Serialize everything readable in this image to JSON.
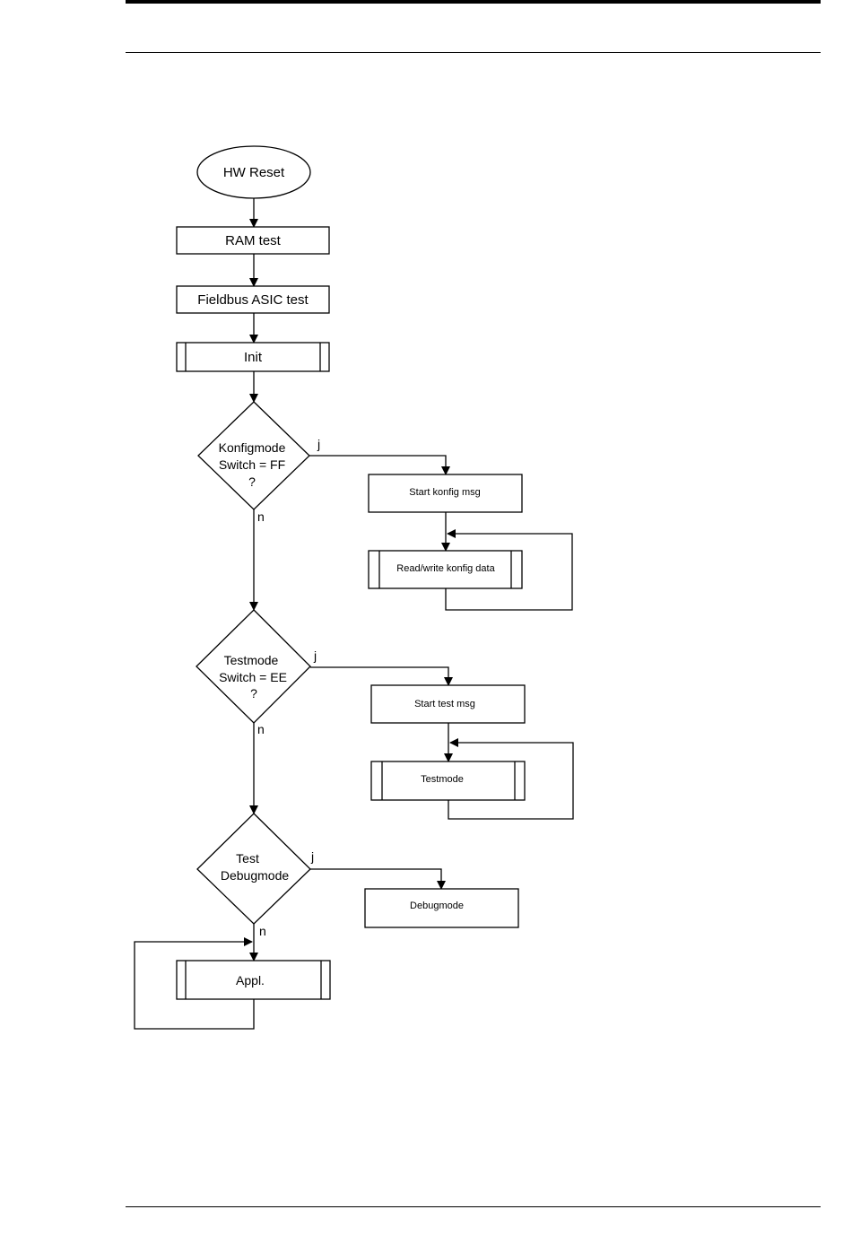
{
  "flowchart": {
    "start": "HW Reset",
    "ram_test": "RAM test",
    "asic_test": "Fieldbus ASIC test",
    "init": "Init",
    "konfig_decision": [
      "Konfigmode",
      "Switch = FF",
      "?"
    ],
    "start_konfig": "Start konfig msg",
    "rw_konfig": "Read/write konfig data",
    "test_decision": [
      "Testmode",
      "Switch = EE",
      "?"
    ],
    "start_test": "Start test msg",
    "testmode": "Testmode",
    "debug_decision": [
      "Test",
      "Debugmode"
    ],
    "debugmode": "Debugmode",
    "appl": "Appl.",
    "yes": "j",
    "no": "n"
  }
}
